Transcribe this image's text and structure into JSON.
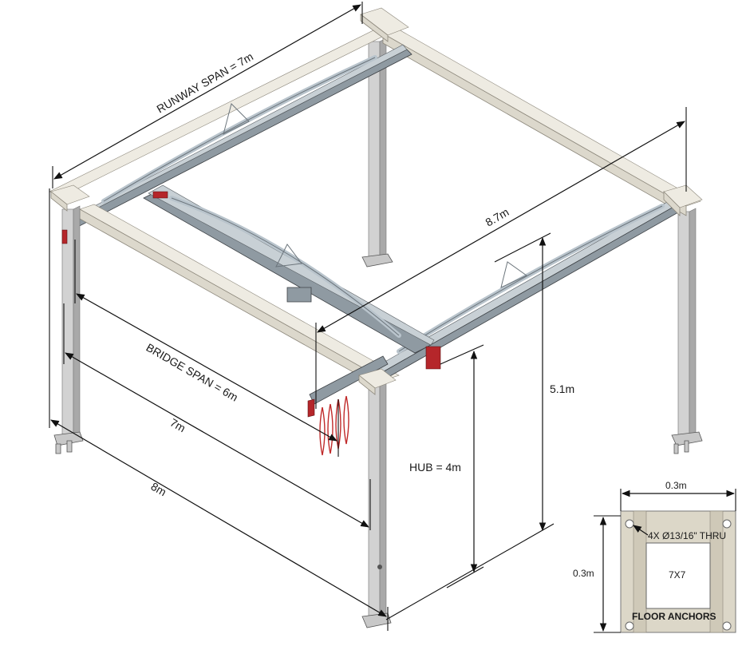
{
  "dimensions": {
    "runway_span": "RUNWAY SPAN = 7m",
    "overall_diagonal": "8.7m",
    "bridge_span": "BRIDGE SPAN = 6m",
    "width_inner": "7m",
    "width_outer": "8m",
    "total_height": "5.1m",
    "hub_height": "HUB = 4m"
  },
  "anchor_detail": {
    "width": "0.3m",
    "height": "0.3m",
    "holes_note": "4X Ø13/16\" THRU",
    "center_label": "7X7",
    "title": "FLOOR ANCHORS"
  },
  "colors": {
    "beam": "#dcd8cc",
    "post": "#d2d2d2",
    "rail": "#8f9aa2",
    "hoist_accent": "#b5262a"
  }
}
